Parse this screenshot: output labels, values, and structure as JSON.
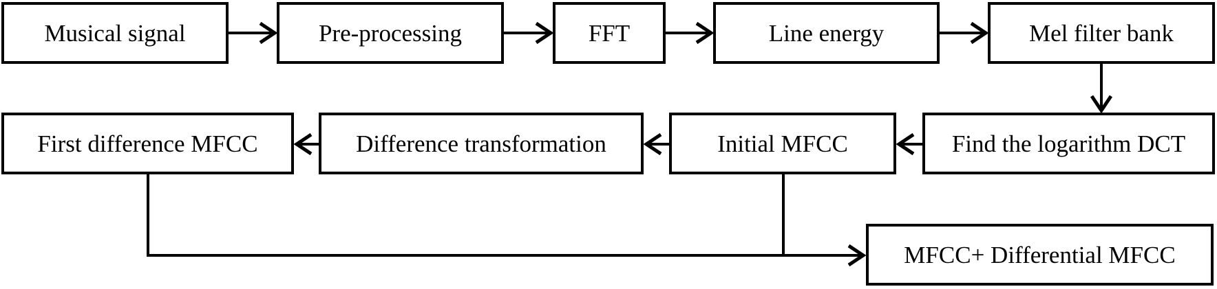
{
  "colors": {
    "background": "#ffffff",
    "box_fill": "#ffffff",
    "box_border": "#000000",
    "line": "#000000",
    "text": "#000000"
  },
  "nodes": [
    {
      "id": "musical-signal",
      "label": "Musical signal"
    },
    {
      "id": "pre-processing",
      "label": "Pre-processing"
    },
    {
      "id": "fft",
      "label": "FFT"
    },
    {
      "id": "line-energy",
      "label": "Line energy"
    },
    {
      "id": "mel-filter-bank",
      "label": "Mel filter bank"
    },
    {
      "id": "find-the-logarithm-dct",
      "label": "Find the logarithm DCT"
    },
    {
      "id": "initial-mfcc",
      "label": "Initial MFCC"
    },
    {
      "id": "difference-transformation",
      "label": "Difference transformation"
    },
    {
      "id": "first-difference-mfcc",
      "label": "First difference MFCC"
    },
    {
      "id": "mfcc-differential-mfcc",
      "label": "MFCC+ Differential MFCC"
    }
  ],
  "edges": [
    {
      "from": "musical-signal",
      "to": "pre-processing"
    },
    {
      "from": "pre-processing",
      "to": "fft"
    },
    {
      "from": "fft",
      "to": "line-energy"
    },
    {
      "from": "line-energy",
      "to": "mel-filter-bank"
    },
    {
      "from": "mel-filter-bank",
      "to": "find-the-logarithm-dct"
    },
    {
      "from": "find-the-logarithm-dct",
      "to": "initial-mfcc"
    },
    {
      "from": "initial-mfcc",
      "to": "difference-transformation"
    },
    {
      "from": "difference-transformation",
      "to": "first-difference-mfcc"
    },
    {
      "from": "first-difference-mfcc",
      "to": "mfcc-differential-mfcc"
    },
    {
      "from": "initial-mfcc",
      "to": "mfcc-differential-mfcc"
    }
  ]
}
